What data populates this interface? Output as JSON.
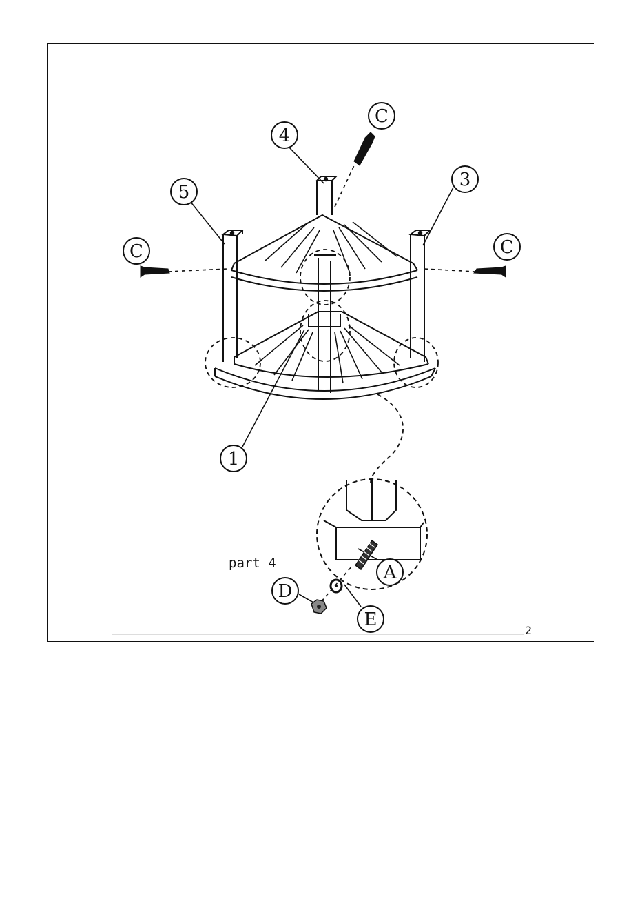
{
  "callouts": {
    "part_1": "1",
    "part_3": "3",
    "part_4": "4",
    "part_5": "5",
    "screw_top": "C",
    "screw_left": "C",
    "screw_right": "C",
    "bolt": "A",
    "nut": "D",
    "washer": "E"
  },
  "caption": "part 4",
  "footer_mark": "2"
}
